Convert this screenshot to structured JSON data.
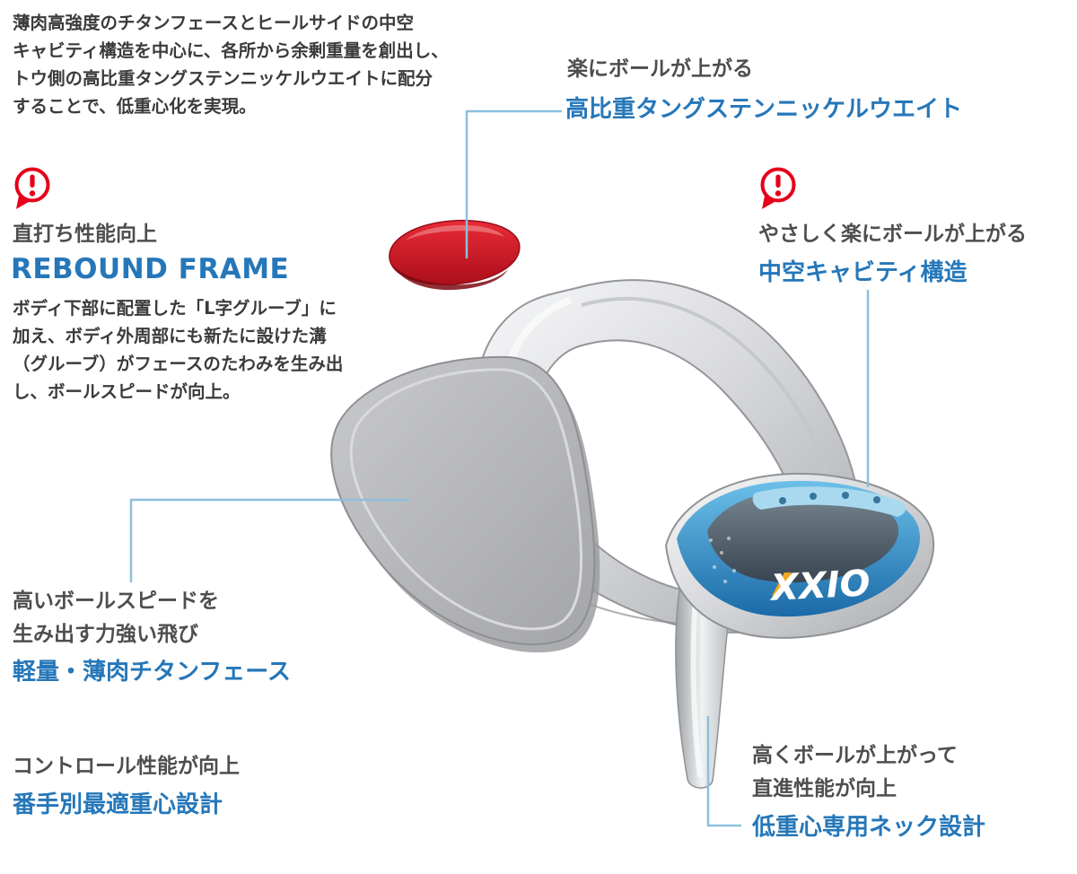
{
  "colors": {
    "accent_blue": "#2577b9",
    "alert_red": "#e60019",
    "connector_blue": "#8cc0dd",
    "lead_gray": "#4e4e4e",
    "body_dark": "#3b3b3b",
    "weight_red": "#cf1126",
    "head_blue": "#2f85c2"
  },
  "intro": {
    "lines": [
      "薄肉高強度のチタンフェースとヒールサイドの中空",
      "キャビティ構造を中心に、各所から余剰重量を創出し、",
      "トウ側の高比重タングステンニッケルウエイトに配分",
      "することで、低重心化を実現。"
    ]
  },
  "callout_tungsten": {
    "lead": "楽にボールが上がる",
    "title": "高比重タングステンニッケルウエイト"
  },
  "callout_rebound": {
    "lead": "直打ち性能向上",
    "title": "REBOUND FRAME",
    "body_lines": [
      "ボディ下部に配置した「L字グルーブ」に",
      "加え、ボディ外周部にも新たに設けた溝",
      "（グルーブ）がフェースのたわみを生み出",
      "し、ボールスピードが向上。"
    ]
  },
  "callout_cavity": {
    "lead": "やさしく楽にボールが上がる",
    "title": "中空キャビティ構造"
  },
  "callout_face": {
    "lead_lines": [
      "高いボールスピードを",
      "生み出す力強い飛び"
    ],
    "title": "軽量・薄肉チタンフェース"
  },
  "callout_cog": {
    "lead": "コントロール性能が向上",
    "title": "番手別最適重心設計"
  },
  "callout_neck": {
    "lead_lines": [
      "高くボールが上がって",
      "直進性能が向上"
    ],
    "title": "低重心専用ネック設計"
  },
  "illustration": {
    "brand": "XXIO"
  }
}
